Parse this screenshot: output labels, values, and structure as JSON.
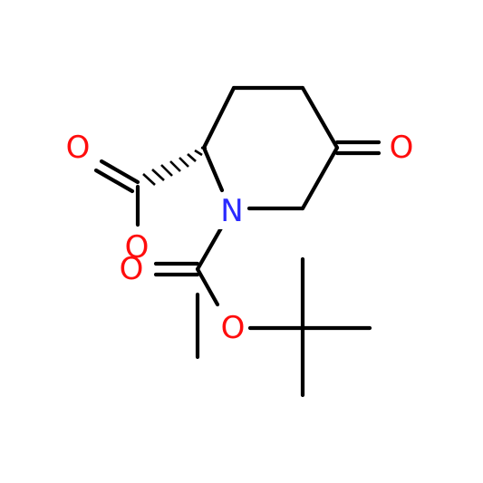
{
  "molecule": {
    "atoms": {
      "ring_nitrogen": {
        "symbol": "N",
        "color": "#2a2aff"
      },
      "ketone_oxygen": {
        "symbol": "O",
        "color": "#ff0d0d"
      },
      "ester_carbonyl_oxygen": {
        "symbol": "O",
        "color": "#ff0d0d"
      },
      "ester_ether_oxygen": {
        "symbol": "O",
        "color": "#ff0d0d"
      },
      "boc_carbonyl_oxygen": {
        "symbol": "O",
        "color": "#ff0d0d"
      },
      "boc_ether_oxygen": {
        "symbol": "O",
        "color": "#ff0d0d"
      }
    },
    "bond_color": "#000000",
    "stereo_bond": "hashed-wedge"
  }
}
